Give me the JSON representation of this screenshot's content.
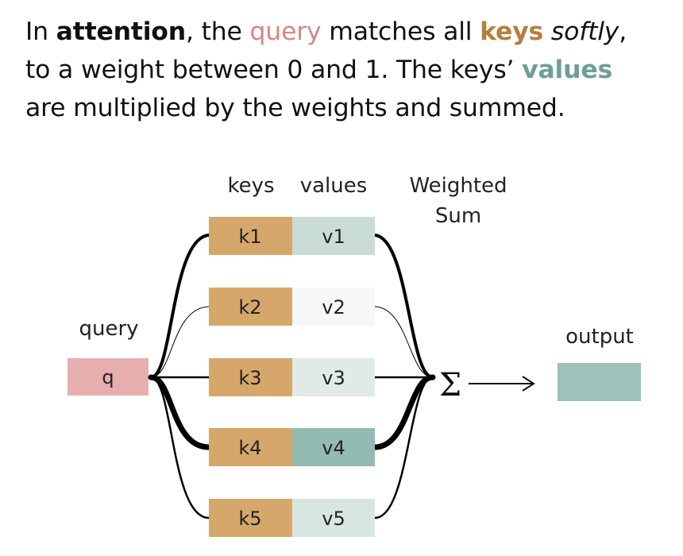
{
  "caption": {
    "p1": "In ",
    "attention": "attention",
    "p2": ", the ",
    "query": "query",
    "p3": " matches all ",
    "keys": "keys",
    "p4": " ",
    "softly": "softly",
    "p5": ",",
    "p6": "to a weight between 0 and 1. The keys’ ",
    "values": "values",
    "p7": "are multiplied by the weights and summed."
  },
  "diagram": {
    "keys_header": "keys",
    "values_header": "values",
    "weighted_line1": "Weighted",
    "weighted_line2": "Sum",
    "query_label": "query",
    "query_text": "q",
    "output_label": "output",
    "sigma": "Σ",
    "arrow": "⟶",
    "keys": [
      "k1",
      "k2",
      "k3",
      "k4",
      "k5"
    ],
    "values": [
      "v1",
      "v2",
      "v3",
      "v4",
      "v5"
    ]
  },
  "colors": {
    "query": "#d68686",
    "keys": "#b3813b",
    "values": "#6e9e98",
    "query_box": "#e6aeae",
    "key_box": "#d6a76a",
    "output_box": "#9dc1bb",
    "value_fills": [
      "#c9dcd8",
      "#f5f8f7",
      "#e0ebe8",
      "#93bab3",
      "#d7e6e2"
    ]
  }
}
